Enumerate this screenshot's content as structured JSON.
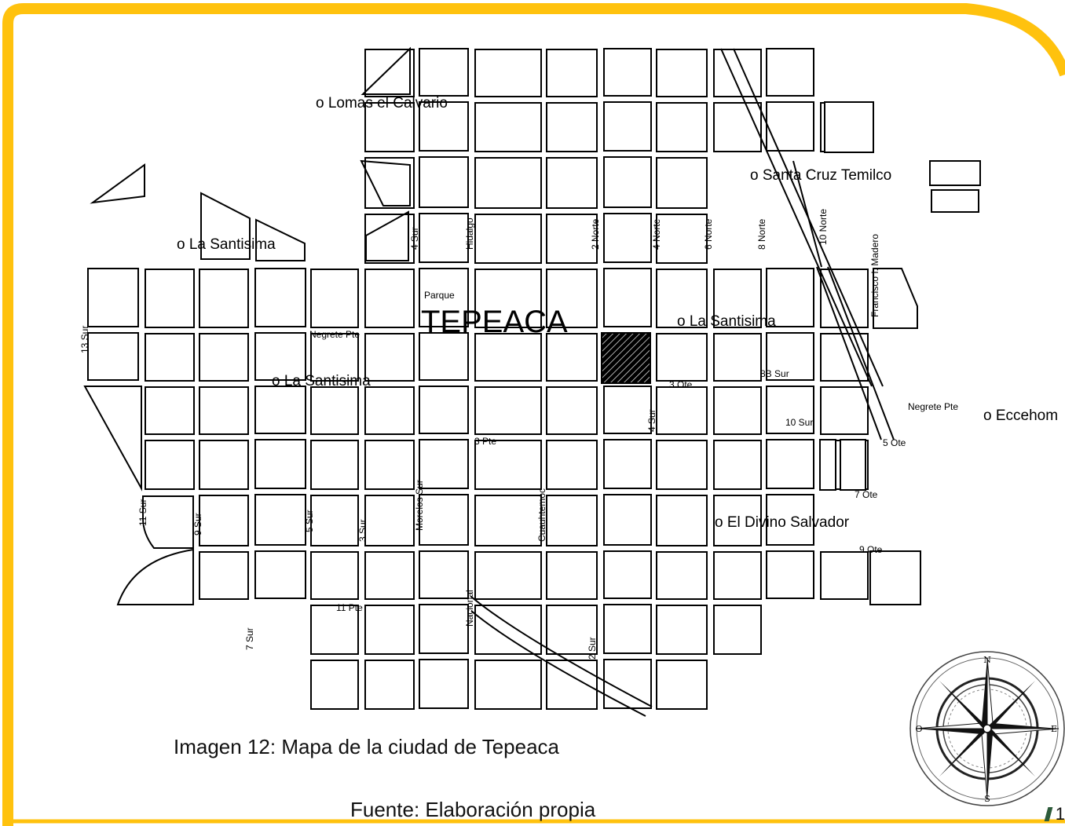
{
  "map": {
    "city_label": "TEPEACA",
    "places": [
      "o Lomas el Calvario",
      "o Santa Cruz Temilco",
      "o La Santisima",
      "o La Santisima",
      "o La Santisima",
      "o Eccehom",
      "o El Divino Salvador"
    ],
    "streets": [
      "4 Sur",
      "Hidalgo",
      "2 Norte",
      "4 Norte",
      "6 Norte",
      "8 Norte",
      "10 Norte",
      "Francisco I. Madero",
      "Parque",
      "13 Sur",
      "Negrete Pte",
      "3 Ote",
      "8B Sur",
      "Negrete Pte",
      "10 Sur",
      "5 Ote",
      "4 Sur",
      "3 Pte",
      "Cuauhtemoc",
      "Morelos Sur",
      "11 Sur",
      "9 Sur",
      "5 Sur",
      "3 Sur",
      "7 Ote",
      "9 Ote",
      "11 Pte",
      "7 Sur",
      "Nacional",
      "2 Sur"
    ],
    "colors": {
      "frame": "#FFC20E",
      "lines": "#000000",
      "hatch_block": "#000000"
    }
  },
  "compass": {
    "north": "N",
    "south": "S",
    "east": "E",
    "west": "O"
  },
  "caption": {
    "title": "Imagen 12: Mapa de la ciudad de Tepeaca",
    "source": "Fuente: Elaboración propia"
  },
  "page_number": "1"
}
